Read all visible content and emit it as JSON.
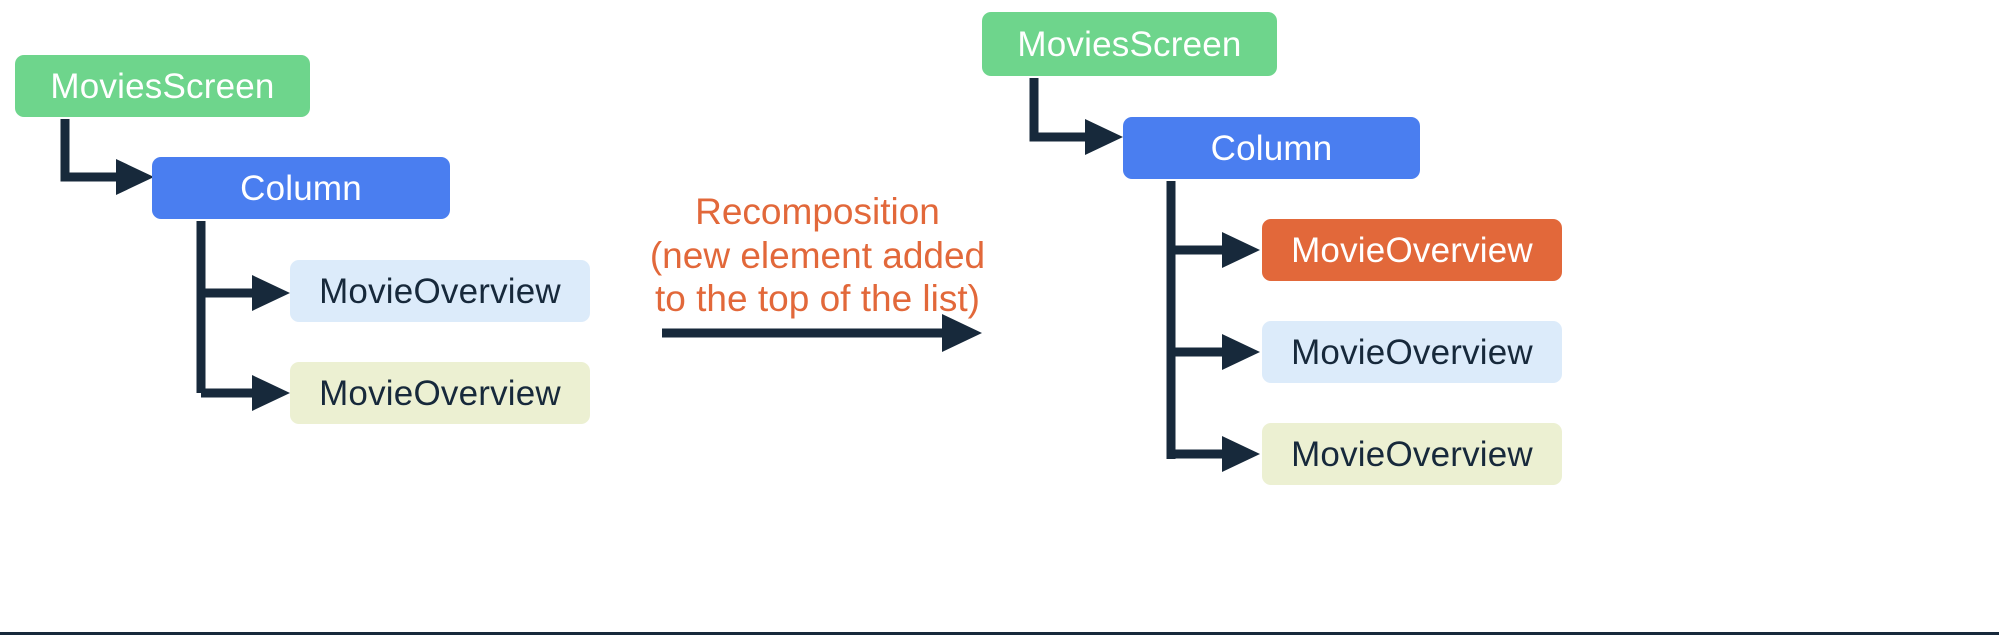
{
  "diagram": {
    "title_caption": "Recomposition\n(new element added\nto the top of the list)",
    "colors": {
      "green": "#6ed58c",
      "blue": "#4a7ef0",
      "orange": "#e2683a",
      "light_blue": "#dcebfa",
      "light_yellow": "#ecf0d2",
      "connector": "#17293b",
      "background": "#ffffff"
    },
    "before": {
      "root": {
        "label": "MoviesScreen",
        "color": "green"
      },
      "column": {
        "label": "Column",
        "color": "blue"
      },
      "children": [
        {
          "label": "MovieOverview",
          "color": "light_blue"
        },
        {
          "label": "MovieOverview",
          "color": "light_yellow"
        }
      ]
    },
    "after": {
      "root": {
        "label": "MoviesScreen",
        "color": "green"
      },
      "column": {
        "label": "Column",
        "color": "blue"
      },
      "children": [
        {
          "label": "MovieOverview",
          "color": "orange"
        },
        {
          "label": "MovieOverview",
          "color": "light_blue"
        },
        {
          "label": "MovieOverview",
          "color": "light_yellow"
        }
      ]
    }
  }
}
